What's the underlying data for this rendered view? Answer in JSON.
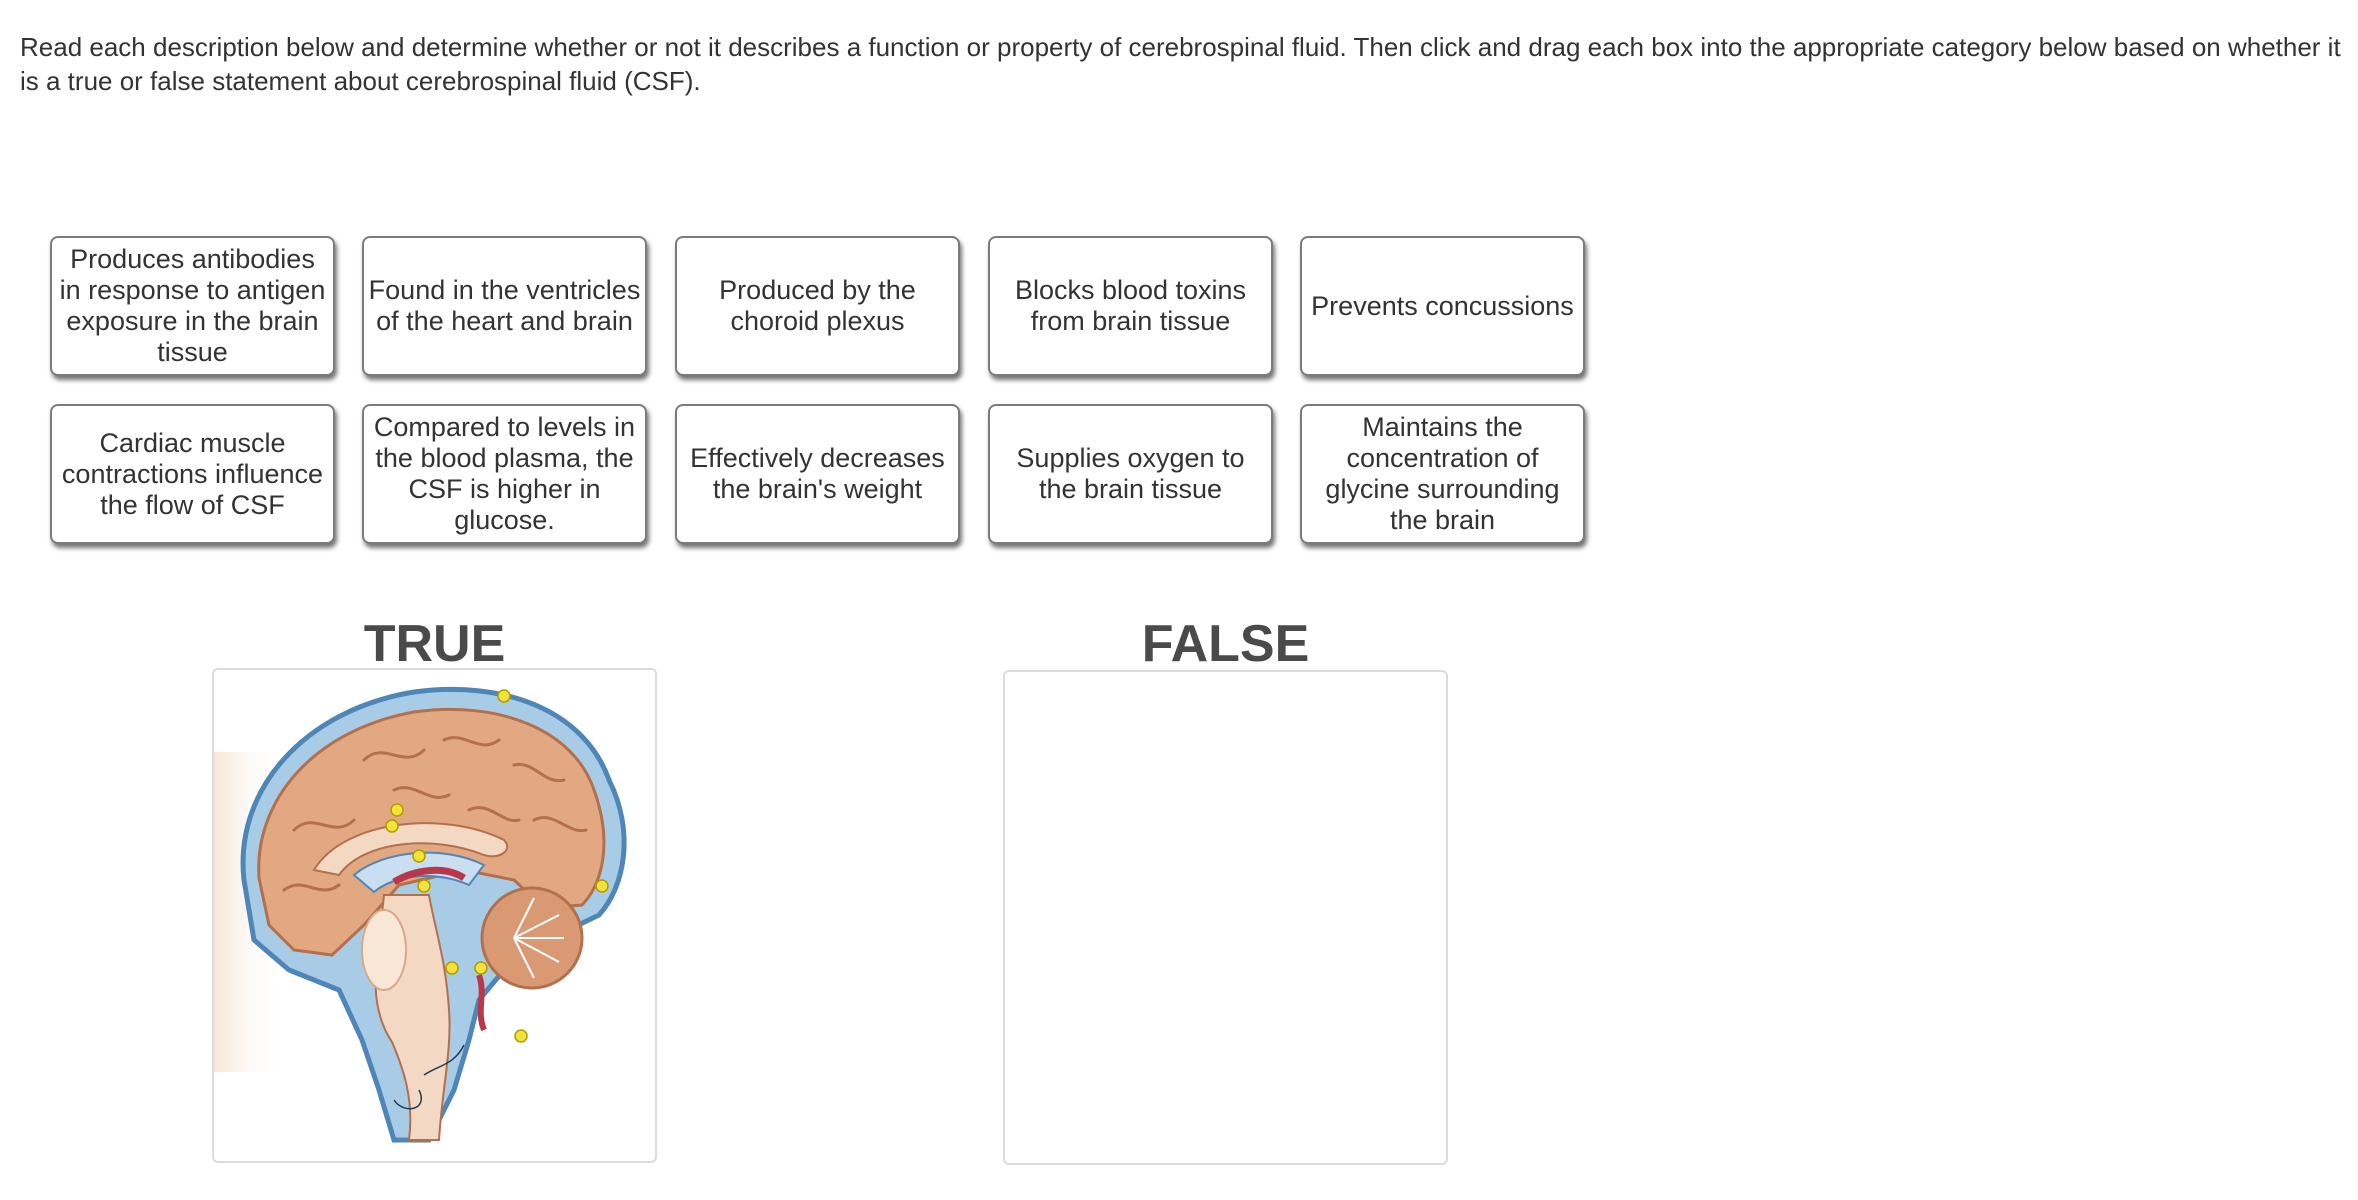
{
  "instructions": "Read each description below and determine whether or not it describes a function or property of cerebrospinal fluid.  Then click and drag each box into the appropriate category below based on whether it is a true or false statement about cerebrospinal fluid (CSF).",
  "cards": [
    "Produces antibodies in response to antigen exposure in the brain tissue",
    "Found in the ventricles of the heart and brain",
    "Produced by the choroid plexus",
    "Blocks blood toxins from brain tissue",
    "Prevents concussions",
    "Cardiac muscle contractions influence the flow of CSF",
    "Compared to levels in the blood plasma, the CSF is higher in glucose.",
    "Effectively decreases the brain's weight",
    "Supplies oxygen to the brain tissue",
    "Maintains the concentration of glycine surrounding the brain"
  ],
  "categories": {
    "true_label": "TRUE",
    "false_label": "FALSE"
  },
  "icons": {
    "true_zone_image": "brain-sagittal-csf-illustration"
  },
  "colors": {
    "card_border": "#7b7b7b",
    "title_text": "#4a4a4a",
    "brain_tissue": "#e2a882",
    "csf_blue": "#a9cce6",
    "marker_yellow": "#f2e33a"
  }
}
